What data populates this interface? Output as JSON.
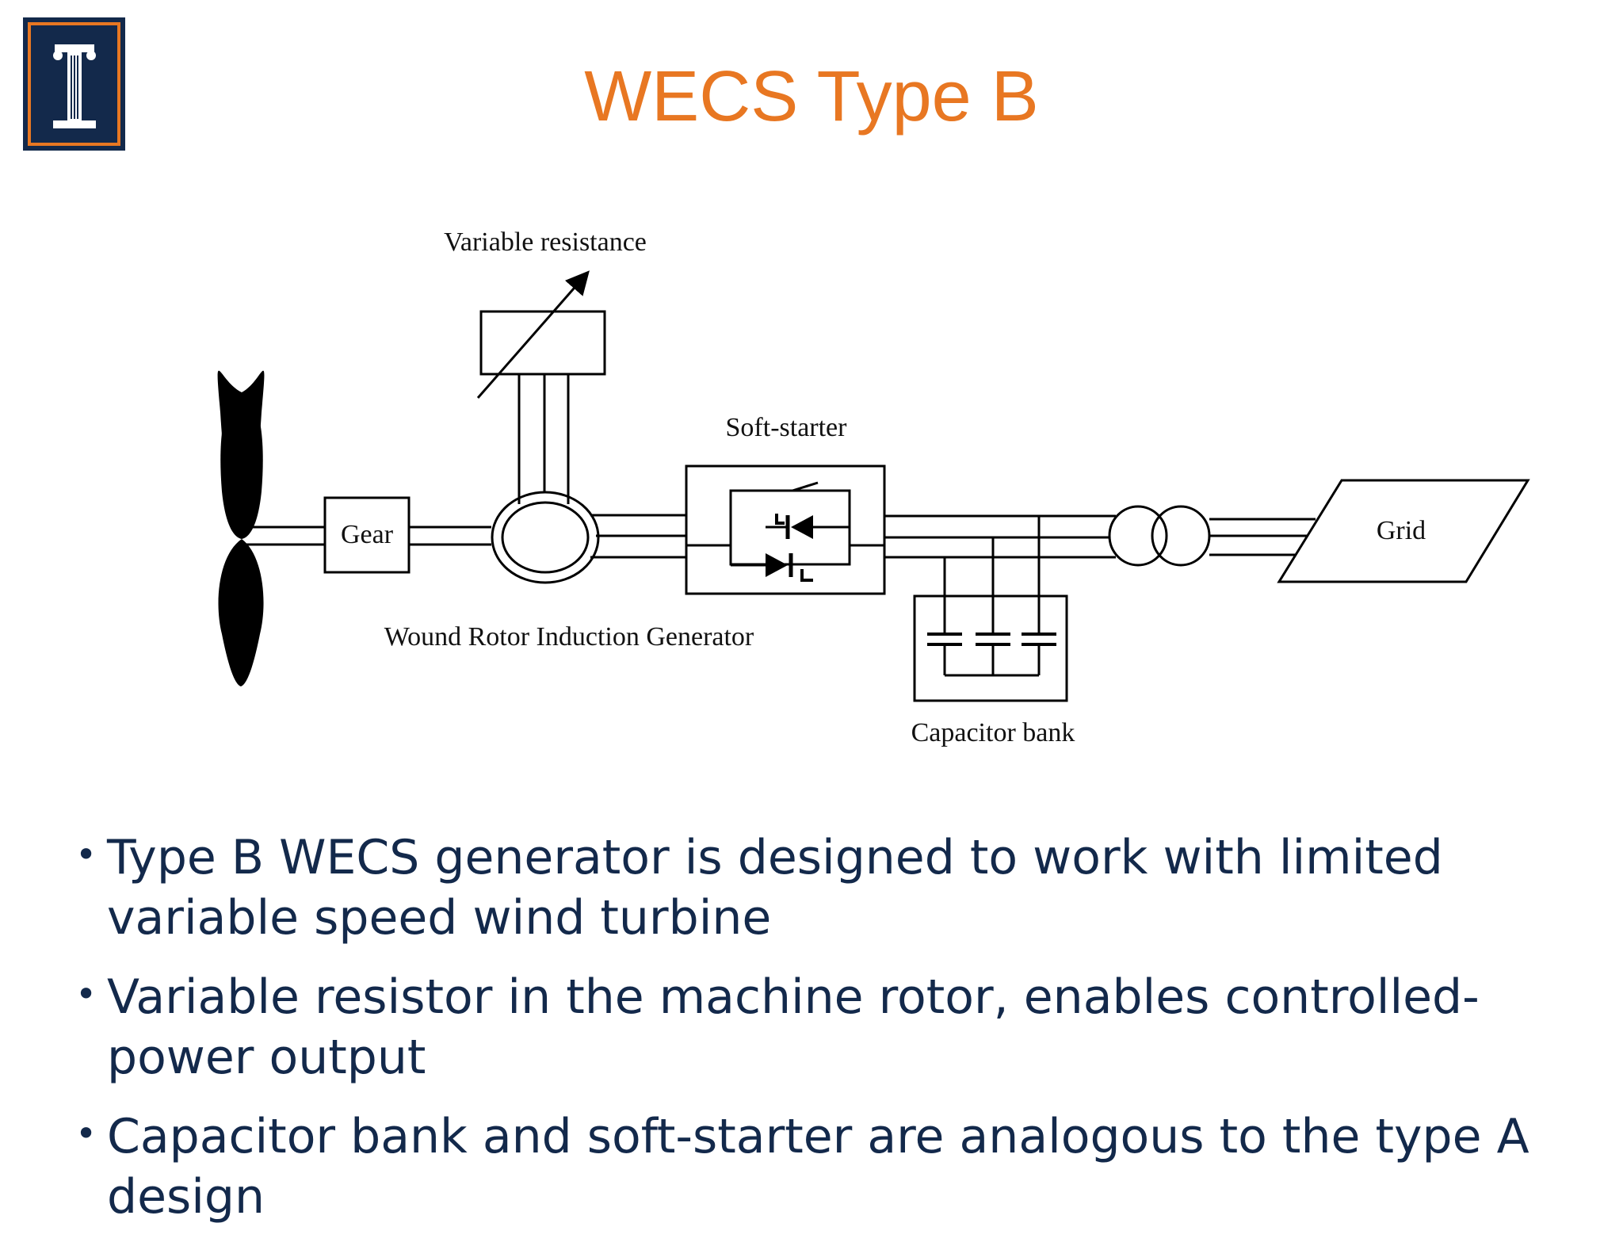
{
  "slide": {
    "title": "WECS Type B",
    "logo_icon": "illinois-block-i-icon",
    "colors": {
      "title": "#E87722",
      "text": "#13294B",
      "logo_bg": "#13294B",
      "logo_accent": "#E87722"
    }
  },
  "diagram": {
    "labels": {
      "variable_resistance": "Variable resistance",
      "soft_starter": "Soft-starter",
      "gear": "Gear",
      "wound_rotor": "Wound Rotor Induction Generator",
      "capacitor_bank": "Capacitor bank",
      "grid": "Grid"
    }
  },
  "bullets": [
    "Type B WECS generator is designed to work with limited variable speed wind turbine",
    "Variable resistor in the machine rotor, enables controlled-power output",
    "Capacitor bank and soft-starter are analogous to the type A design"
  ]
}
